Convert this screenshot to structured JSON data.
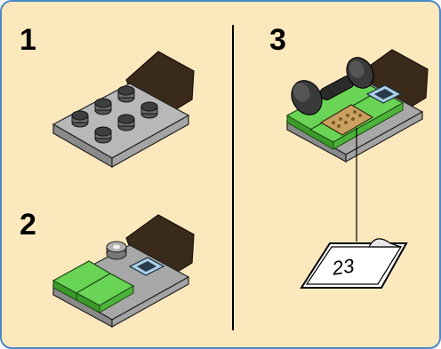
{
  "steps": [
    {
      "number": "1"
    },
    {
      "number": "2"
    },
    {
      "number": "3"
    }
  ],
  "sticker": {
    "text": "23"
  },
  "colors": {
    "panel": "#fce8bd",
    "border": "#4a88c8",
    "divider": "#000000",
    "gray_brick": "#9a9a9a",
    "green_tile": "#5ec84a",
    "dark_brown": "#3a2a1a",
    "black_piece": "#2a2a2a"
  }
}
